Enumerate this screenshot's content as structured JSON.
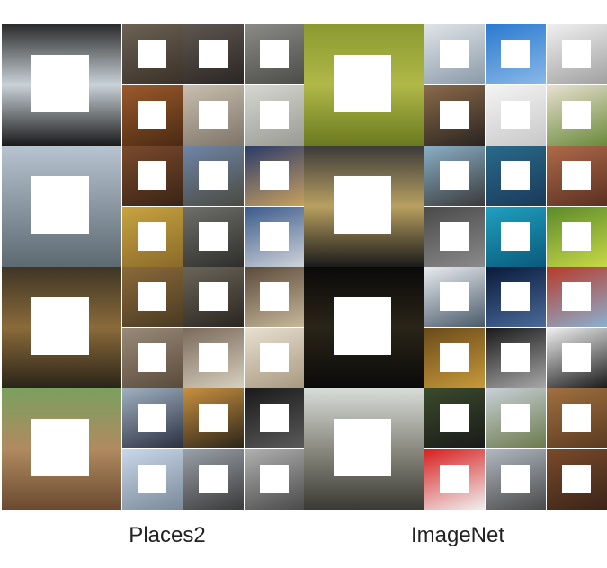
{
  "captions": {
    "left": "Places2",
    "right": "ImageNet"
  },
  "colors": {
    "background": "#ffffff",
    "mask": "#ffffff",
    "caption": "#222222"
  },
  "panels": [
    {
      "id": "places2",
      "groups": [
        {
          "large": [
            "#2b2b2b",
            "#c9d2d8",
            "#1a1a1a"
          ],
          "small": [
            [
              "#6b6255",
              "#3a3027"
            ],
            [
              "#5e5650",
              "#2a2624"
            ],
            [
              "#8a8a86",
              "#4b4b48"
            ],
            [
              "#9b5a2a",
              "#4a2a14"
            ],
            [
              "#c8bfb0",
              "#7e7468"
            ],
            [
              "#d7d7d2",
              "#9a9a94"
            ]
          ]
        },
        {
          "large": [
            "#b8c4d0",
            "#8a96a0",
            "#5e6a72"
          ],
          "small": [
            [
              "#7a4a2c",
              "#3a2416"
            ],
            [
              "#6f86a8",
              "#4a4a40"
            ],
            [
              "#2a3a6a",
              "#c9a060"
            ],
            [
              "#c8a440",
              "#8a6a2a"
            ],
            [
              "#6e6e6a",
              "#2e2e2c"
            ],
            [
              "#3a5a8a",
              "#d0d4da"
            ]
          ]
        },
        {
          "large": [
            "#3e3626",
            "#8a6a3a",
            "#2a2418"
          ],
          "small": [
            [
              "#8a6a3a",
              "#4a3a22"
            ],
            [
              "#6a6458",
              "#2a2620"
            ],
            [
              "#5a4a3a",
              "#c8b89a"
            ],
            [
              "#9a8a7a",
              "#5a4a3a"
            ],
            [
              "#7a6a5a",
              "#d8d0c0"
            ],
            [
              "#e8e0d0",
              "#a89880"
            ]
          ]
        },
        {
          "large": [
            "#7aa060",
            "#b08a60",
            "#6a4a30"
          ],
          "small": [
            [
              "#a0b0c0",
              "#2a3040"
            ],
            [
              "#c89040",
              "#2a2418"
            ],
            [
              "#1a1a1a",
              "#5a5a5a"
            ],
            [
              "#c8d8e8",
              "#7a8a9a"
            ],
            [
              "#9aa0a8",
              "#3a3a3a"
            ],
            [
              "#b0b0b0",
              "#4a4a4a"
            ]
          ]
        }
      ]
    },
    {
      "id": "imagenet",
      "groups": [
        {
          "large": [
            "#8a9a30",
            "#b0b848",
            "#6a7a20"
          ],
          "small": [
            [
              "#e0e4e8",
              "#8a9aa8"
            ],
            [
              "#2a7ad0",
              "#8ab8e8"
            ],
            [
              "#f0f0f0",
              "#a0a0a0"
            ],
            [
              "#8a6a4a",
              "#2a2420"
            ],
            [
              "#f4f4f4",
              "#c8c8c8"
            ],
            [
              "#e8e0d0",
              "#6a8a3a"
            ]
          ]
        },
        {
          "large": [
            "#3a3a3a",
            "#b8a060",
            "#1a1a1a"
          ],
          "small": [
            [
              "#8ab0c8",
              "#3a3a3a"
            ],
            [
              "#2a6a8a",
              "#1a3a5a"
            ],
            [
              "#b06a4a",
              "#5a3020"
            ],
            [
              "#4a4a4a",
              "#8a8a8a"
            ],
            [
              "#20a0c0",
              "#0a5a7a"
            ],
            [
              "#5a8a2a",
              "#c8d848"
            ]
          ]
        },
        {
          "large": [
            "#0a0a0a",
            "#2a2418",
            "#0a0a0a"
          ],
          "small": [
            [
              "#e8ecf0",
              "#4a5a6a"
            ],
            [
              "#0a1a3a",
              "#4a6a9a"
            ],
            [
              "#b83a2a",
              "#8ab0d0"
            ],
            [
              "#6a4a1a",
              "#c89a3a"
            ],
            [
              "#1a1a1a",
              "#a8a8a8"
            ],
            [
              "#f0f0f0",
              "#1a1a1a"
            ]
          ]
        },
        {
          "large": [
            "#d8dcd8",
            "#8a8a80",
            "#3a3a34"
          ],
          "small": [
            [
              "#3a4a2a",
              "#1a1a1a"
            ],
            [
              "#c8d0d8",
              "#6a7a4a"
            ],
            [
              "#a07040",
              "#5a3a20"
            ],
            [
              "#d82020",
              "#f0f0f0"
            ],
            [
              "#b0b8c0",
              "#4a4a4a"
            ],
            [
              "#7a4a2a",
              "#3a2418"
            ]
          ]
        }
      ]
    }
  ]
}
